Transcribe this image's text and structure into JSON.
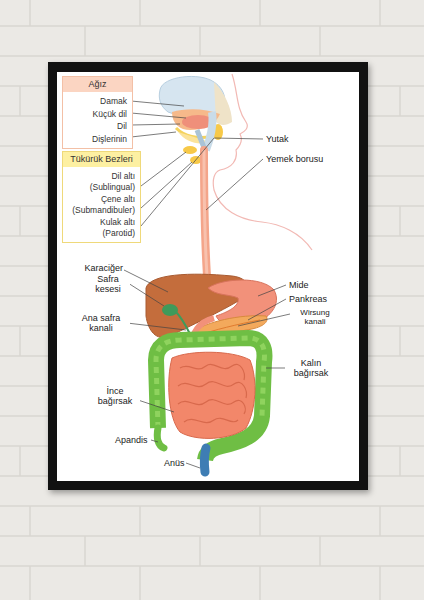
{
  "diagram": {
    "nodes": [
      {
        "text": [
          "Ağız",
          "Damak",
          "Küçük dil",
          "Dil",
          "Dişlerinin"
        ]
      },
      {
        "text": [
          "Tükürük Bezleri",
          "Dil altı (Sublingual)",
          "Çene altı (Submandibuler)",
          "Kulak altı (Parotid)"
        ]
      }
    ],
    "labels": [
      "Yutak",
      "Yemek borusu",
      "Karaciğer",
      "Safra kesesi",
      "Ana safra kanali",
      "Mide",
      "Pankreas",
      "Wirsung kanali",
      "Kalın bağırsak",
      "İnce bağırsak",
      "Apandis",
      "Anüs"
    ]
  }
}
